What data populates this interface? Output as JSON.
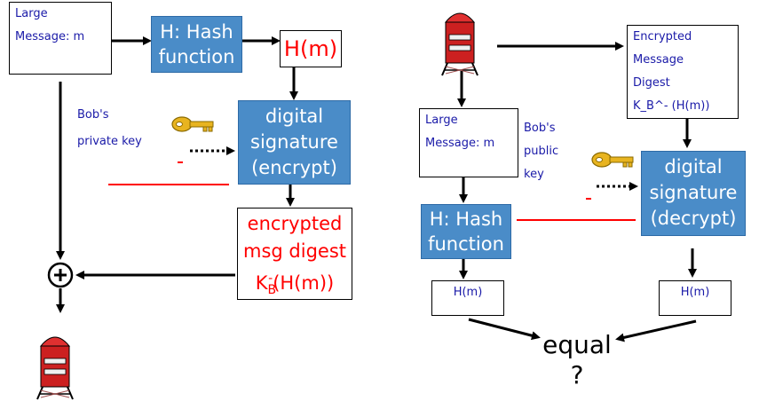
{
  "left": {
    "message_box": {
      "line1": "Large",
      "line2": "Message: m"
    },
    "hash_box": {
      "line1": "H: Hash",
      "line2": "function"
    },
    "hm_box": "H(m)",
    "private_key_label": {
      "line1": "Bob's",
      "line2": "private key"
    },
    "signature_box": {
      "line1": "digital",
      "line2": "signature",
      "line3": "(encrypt)"
    },
    "encrypted_box": {
      "line1": "encrypted",
      "line2": "msg digest",
      "k": "K",
      "k_sub": "B",
      "k_sup": "-",
      "rest": "(H(m))"
    },
    "plus_symbol": "+"
  },
  "right": {
    "encrypted_digest_box": {
      "line1": "Encrypted",
      "line2": "Message",
      "line3": "Digest",
      "line4": "K_B^- (H(m))"
    },
    "message_box": {
      "line1": "Large",
      "line2": "Message: m"
    },
    "public_key_label": {
      "line1": "Bob's",
      "line2": "public",
      "line3": "key"
    },
    "signature_box": {
      "line1": "digital",
      "line2": "signature",
      "line3": "(decrypt)"
    },
    "hash_box": {
      "line1": "H: Hash",
      "line2": "function"
    },
    "hm_box_left": "H(m)",
    "hm_box_right": "H(m)",
    "equal_label": {
      "line1": "equal",
      "line2": "?"
    }
  },
  "colors": {
    "box_blue": "#4a8cc8",
    "red": "#ff0000",
    "text_blue": "#1a1aa8",
    "key_gold": "#e8b420",
    "mailbox_red": "#cc2020"
  }
}
